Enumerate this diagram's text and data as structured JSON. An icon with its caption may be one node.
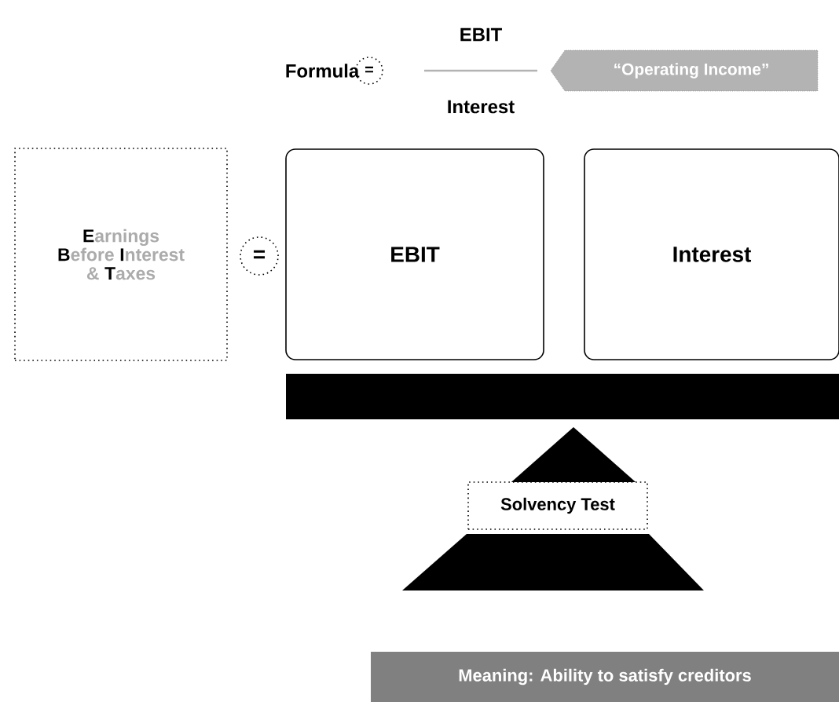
{
  "diagram": {
    "nodes": [
      {
        "text": [
          "**E**arnings **B**efore **I**nterest & **T**axes"
        ]
      },
      {
        "text": [
          "="
        ]
      },
      {
        "text": [
          "EBIT"
        ]
      },
      {
        "text": [
          "Interest"
        ]
      },
      {
        "text": [
          "Solvency Test"
        ]
      },
      {
        "text": [
          "="
        ]
      },
      {
        "text": [
          "“Operating Income”"
        ]
      },
      {
        "text": [
          "Meaning: Ability to satisfy creditors"
        ]
      }
    ],
    "labels": [
      "Formula",
      "EBIT",
      "Interest"
    ]
  }
}
